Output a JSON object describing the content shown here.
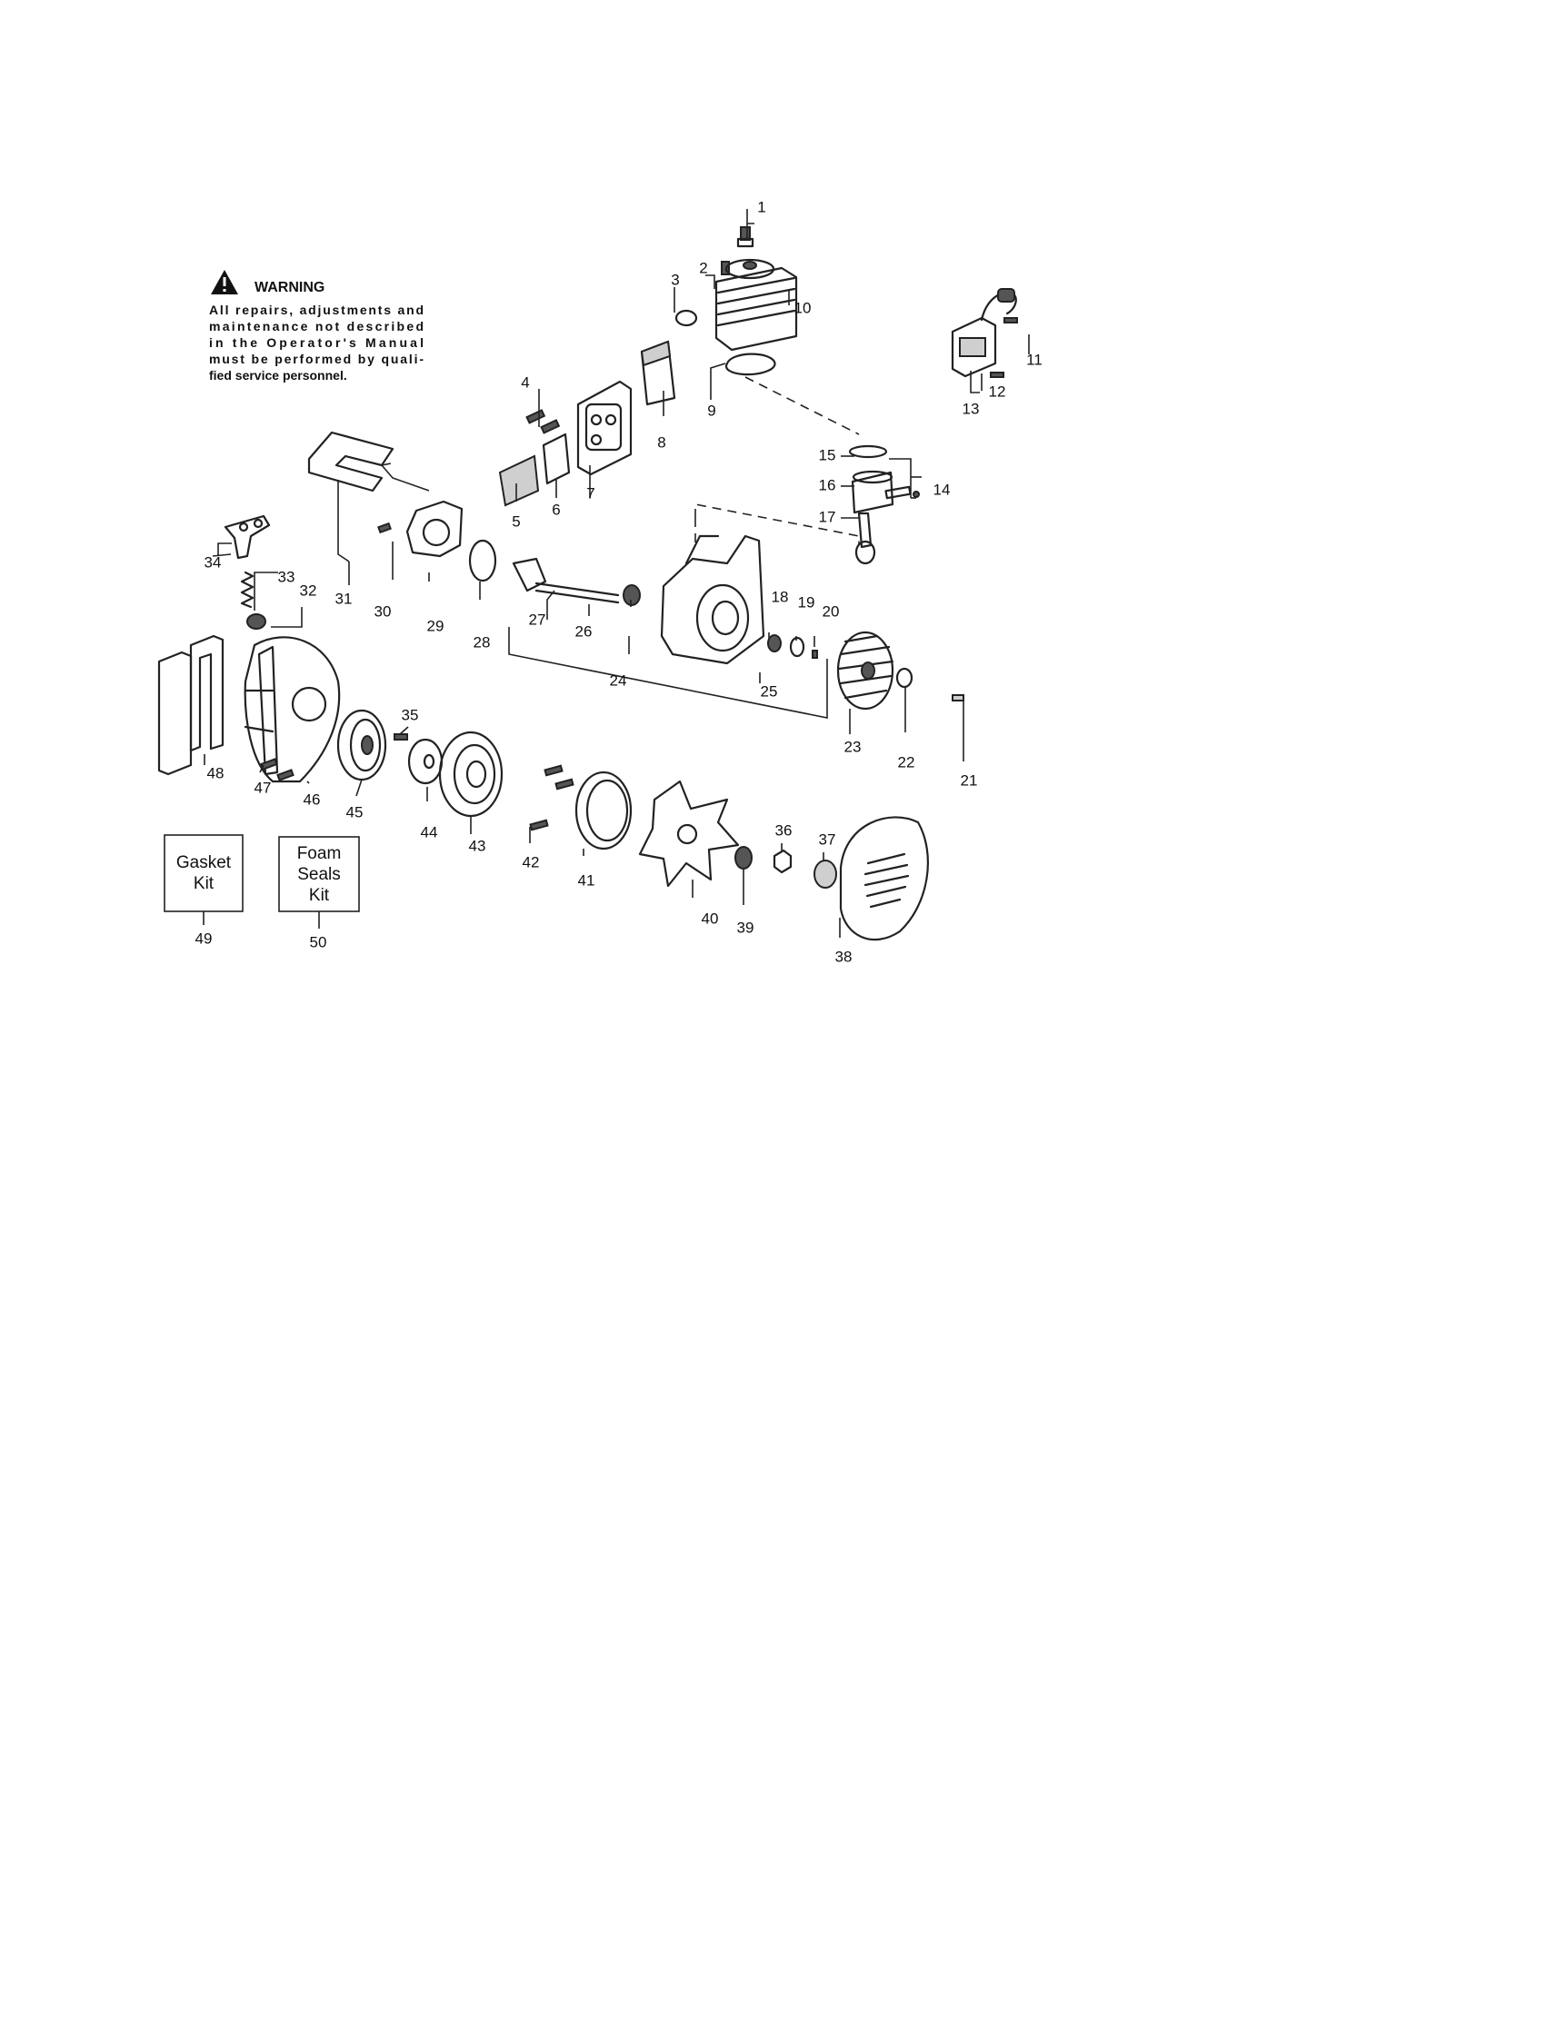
{
  "warning": {
    "title": "WARNING",
    "lines": [
      "All repairs, adjustments and",
      "maintenance not described",
      "in the Operator's Manual",
      "must be performed by quali-",
      "fied service personnel."
    ]
  },
  "callouts": [
    "1",
    "2",
    "3",
    "4",
    "5",
    "6",
    "7",
    "8",
    "9",
    "10",
    "11",
    "12",
    "13",
    "14",
    "15",
    "16",
    "17",
    "18",
    "19",
    "20",
    "21",
    "22",
    "23",
    "24",
    "25",
    "26",
    "27",
    "28",
    "29",
    "30",
    "31",
    "32",
    "33",
    "34",
    "35",
    "36",
    "37",
    "38",
    "39",
    "40",
    "41",
    "42",
    "43",
    "44",
    "45",
    "46",
    "47",
    "48",
    "49",
    "50"
  ],
  "kits": [
    {
      "lines": [
        "Gasket",
        "Kit"
      ],
      "number": "49"
    },
    {
      "lines": [
        "Foam",
        "Seals",
        "Kit"
      ],
      "number": "50"
    }
  ]
}
